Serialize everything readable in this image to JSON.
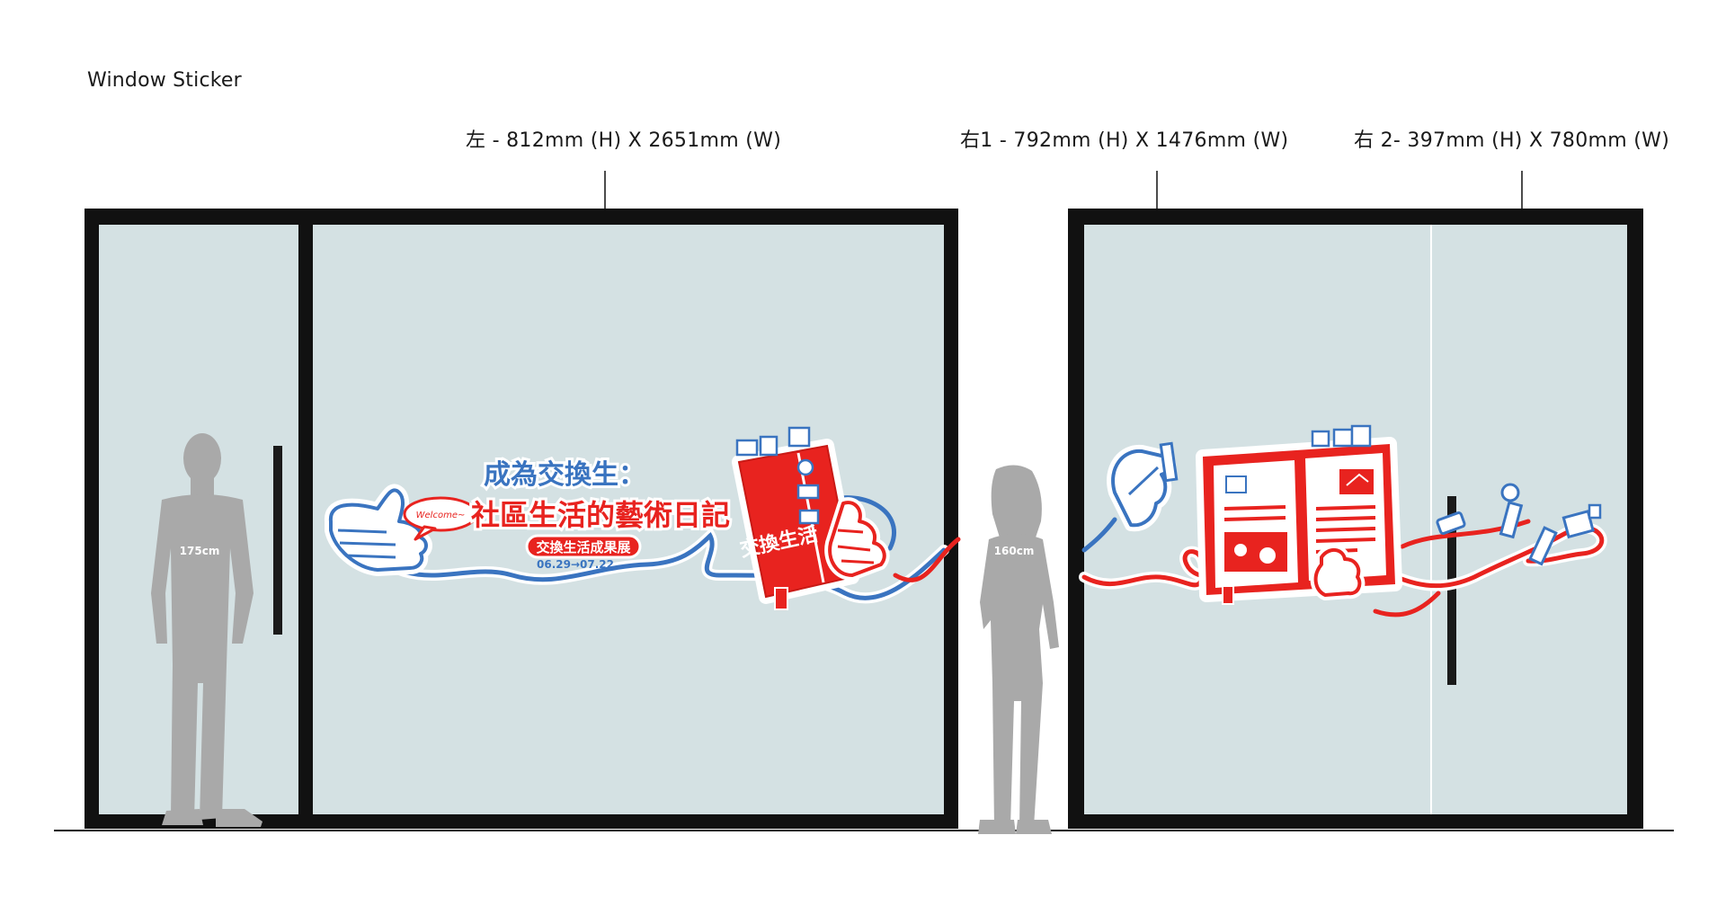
{
  "page": {
    "title": "Window Sticker"
  },
  "dimensions": {
    "left": "左 - 812mm (H) X 2651mm (W)",
    "right1": "右1 - 792mm (H) X 1476mm (W)",
    "right2": "右 2- 397mm (H) X 780mm (W)"
  },
  "figures": {
    "man_height": "175cm",
    "woman_height": "160cm"
  },
  "poster": {
    "title_line1": "成為交換生：",
    "title_line2": "社區生活的藝術日記",
    "subtitle": "交換生活成果展",
    "dates": "06.29→07.22",
    "speech_bubble": "Welcome~",
    "book_cover_text": "交換生活"
  },
  "colors": {
    "glass": "#d4e1e3",
    "frame": "#111111",
    "red": "#e8231f",
    "blue": "#3a74c0",
    "silhouette": "#a9a9a9",
    "handle": "#1a1a1a"
  }
}
